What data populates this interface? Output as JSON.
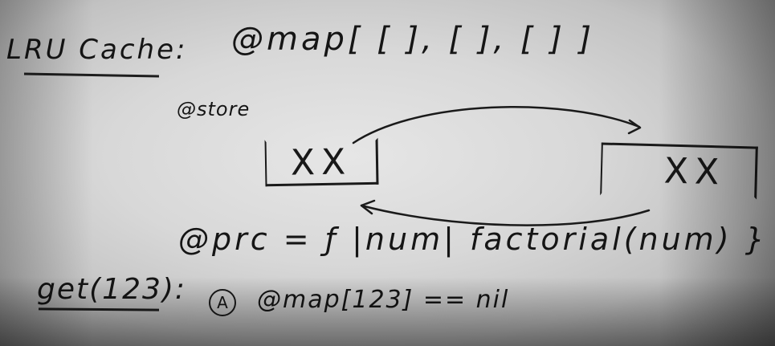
{
  "whiteboard": {
    "title": "LRU Cache:",
    "map_expression": "@map[ [ ], [ ], [ ] ]",
    "store_label": "@store",
    "left_box_text": "XX",
    "right_box_text": "XX",
    "proc_expression": "@prc = ƒ |num| factorial(num) }",
    "get_expression": "get(123):",
    "step_marker": "A",
    "step_expression": "@map[123] == nil"
  }
}
